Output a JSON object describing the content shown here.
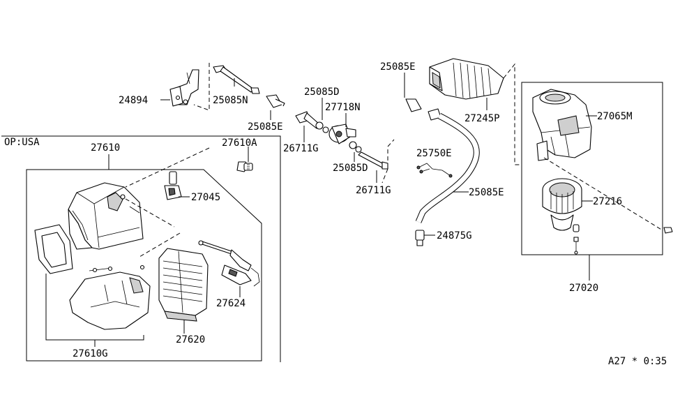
{
  "diagram": {
    "section_label": "OP:USA",
    "footer_code": "A27 * 0:35",
    "callouts": {
      "p24894": "24894",
      "p25085N": "25085N",
      "p25085E_a": "25085E",
      "p26711G_a": "26711G",
      "p25085D_a": "25085D",
      "p27718N": "27718N",
      "p25085D_b": "25085D",
      "p26711G_b": "26711G",
      "p25085E_b": "25085E",
      "p27245P": "27245P",
      "p25750E": "25750E",
      "p25085E_c": "25085E",
      "p24875G": "24875G",
      "p27065M": "27065M",
      "p27216": "27216",
      "p27020": "27020",
      "p27610": "27610",
      "p27610A": "27610A",
      "p27045": "27045",
      "p27624": "27624",
      "p27620": "27620",
      "p27610G": "27610G"
    }
  }
}
